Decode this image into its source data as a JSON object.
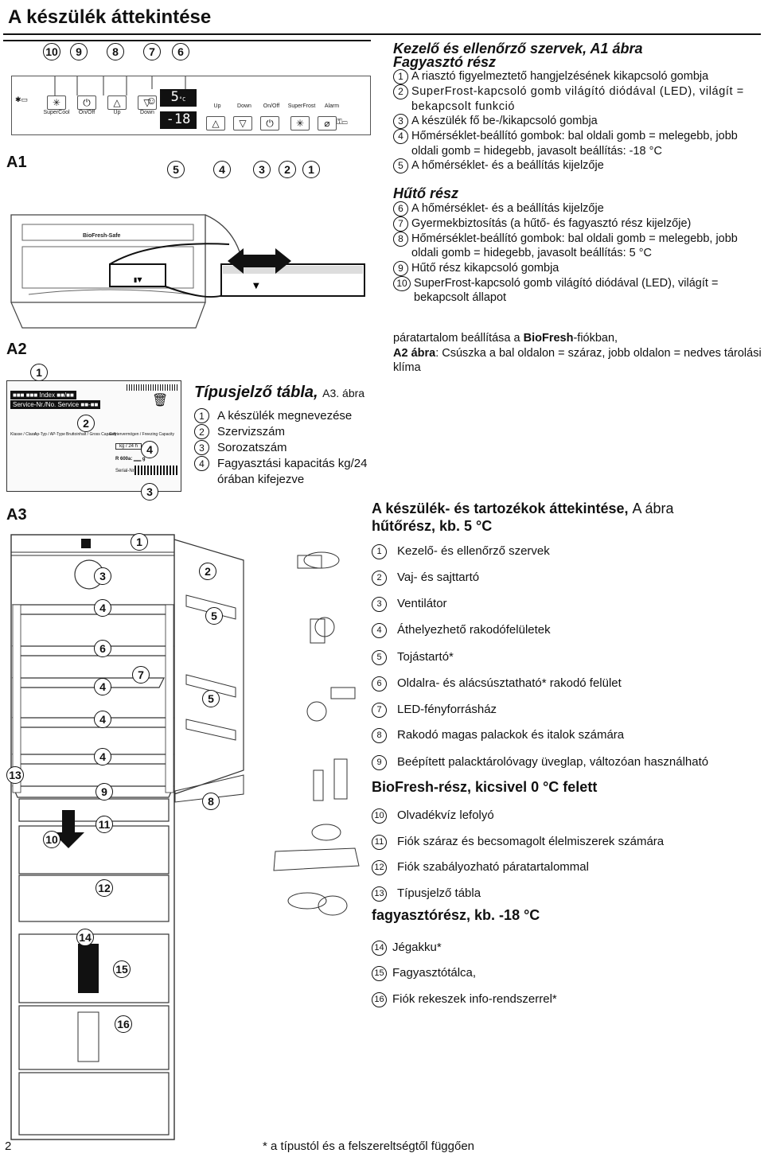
{
  "page_title": "A készülék áttekintése",
  "figure_labels": {
    "a1": "A1",
    "a2": "A2",
    "a3": "A3"
  },
  "a1_panel": {
    "top_callouts": [
      "10",
      "9",
      "8",
      "7",
      "6"
    ],
    "bottom_callouts": [
      "5",
      "4",
      "3",
      "2",
      "1"
    ],
    "left_buttons": [
      "SuperCool",
      "On/Off",
      "Up",
      "Down"
    ],
    "right_buttons": [
      "Up",
      "Down",
      "On/Off",
      "SuperFrost",
      "Alarm"
    ],
    "display_top": "5",
    "display_unit": "°C",
    "display_bottom": "-18"
  },
  "a2_drawer": {
    "label": "BioFresh-Safe"
  },
  "type_plate": {
    "callouts": [
      "1",
      "2",
      "3",
      "4"
    ],
    "lines": {
      "index": "Index",
      "service": "Service-Nr./No. Service",
      "class": "Klasse / Class",
      "ap_type": "Ap-Typ / AP-Type",
      "gross": "Bruttoinhalt / Gross Capacity",
      "freezing": "Gefriervermögen / Freezing Capacity",
      "kg24": "kg / 24 h",
      "r600a": "R 600a:",
      "g": "g",
      "serial": "Serial-Nr."
    }
  },
  "typeplate_section": {
    "heading": "Típusjelző tábla,",
    "heading_suffix": "A3. ábra",
    "items": [
      {
        "n": "1",
        "text": "A készülék megnevezése"
      },
      {
        "n": "2",
        "text": "Szervizszám"
      },
      {
        "n": "3",
        "text": "Sorozatszám"
      },
      {
        "n": "4",
        "text": "Fagyasztási kapacitás kg/24 órában kifejezve"
      }
    ]
  },
  "controls_section": {
    "heading": "Kezelő és ellenőrző szervek, A1 ábra",
    "freezer_heading": "Fagyasztó rész",
    "freezer_items": [
      {
        "n": "1",
        "text": "A riasztó figyelmeztető hangjelzésének kikapcsoló gombja"
      },
      {
        "n": "2",
        "text": "SuperFrost-kapcsoló gomb világító diódával (LED), világít = bekapcsolt funkció"
      },
      {
        "n": "3",
        "text": "A készülék fő be-/kikapcsoló gombja"
      },
      {
        "n": "4",
        "text": "Hőmérséklet-beállító gombok: bal oldali gomb = melegebb, jobb oldali gomb = hidegebb, javasolt beállítás: -18 °C"
      },
      {
        "n": "5",
        "text": "A hőmérséklet- és a beállítás kijelzője"
      }
    ],
    "fridge_heading": "Hűtő rész",
    "fridge_items": [
      {
        "n": "6",
        "text": "A hőmérséklet- és a beállítás kijelzője"
      },
      {
        "n": "7",
        "text": "Gyermekbiztosítás (a hűtő- és fagyasztó rész kijelzője)"
      },
      {
        "n": "8",
        "text": "Hőmérséklet-beállító gombok: bal oldali gomb = melegebb, jobb oldali gomb = hidegebb, javasolt beállítás: 5 °C"
      },
      {
        "n": "9",
        "text": "Hűtő rész kikapcsoló gombja"
      },
      {
        "n": "10",
        "text": "SuperFrost-kapcsoló gomb világító diódával (LED), világít = bekapcsolt állapot"
      }
    ]
  },
  "biofresh_text": {
    "line1_pre": "páratartalom beállítása a ",
    "line1_bold": "BioFresh",
    "line1_post": "-fiókban,",
    "line2_bold": "A2 ábra",
    "line2_post": ": Csúszka a bal oldalon = száraz, jobb oldalon = nedves tárolási klíma"
  },
  "overview": {
    "heading": "A készülék- és tartozékok áttekintése,",
    "heading_suffix": "A ábra",
    "fridge_heading": "hűtőrész, kb. 5 °C",
    "fridge_items": [
      {
        "n": "1",
        "text": "Kezelő- és ellenőrző szervek"
      },
      {
        "n": "2",
        "text": "Vaj- és sajttartó"
      },
      {
        "n": "3",
        "text": "Ventilátor"
      },
      {
        "n": "4",
        "text": "Áthelyezhető rakodófelületek"
      },
      {
        "n": "5",
        "text": "Tojástartó*"
      },
      {
        "n": "6",
        "text": "Oldalra- és alácsúsztatható* rakodó felület"
      },
      {
        "n": "7",
        "text": "LED-fényforrásház"
      },
      {
        "n": "8",
        "text": "Rakodó magas palackok és italok számára"
      },
      {
        "n": "9",
        "text": "Beépített palacktárolóvagy üveglap, változóan használható"
      }
    ],
    "biofresh_heading": "BioFresh-rész, kicsivel 0 °C felett",
    "biofresh_items": [
      {
        "n": "10",
        "text": "Olvadékvíz lefolyó"
      },
      {
        "n": "11",
        "text": "Fiók száraz és becsomagolt élelmiszerek számára"
      },
      {
        "n": "12",
        "text": "Fiók szabályozható páratartalommal"
      },
      {
        "n": "13",
        "text": "Típusjelző tábla"
      }
    ],
    "freezer_heading": "fagyasztórész, kb. -18 °C",
    "freezer_items": [
      {
        "n": "14",
        "text": "Jégakku*"
      },
      {
        "n": "15",
        "text": "Fagyasztótálca,"
      },
      {
        "n": "16",
        "text": "Fiók rekeszek info-rendszerrel*"
      }
    ]
  },
  "a3_callouts": [
    "1",
    "2",
    "3",
    "4",
    "5",
    "6",
    "7",
    "4",
    "5",
    "4",
    "4",
    "9",
    "8",
    "13",
    "11",
    "10",
    "12",
    "14",
    "15",
    "16"
  ],
  "footer": {
    "page_number": "2",
    "note": "* a típustól és a felszereltségtől függően"
  }
}
